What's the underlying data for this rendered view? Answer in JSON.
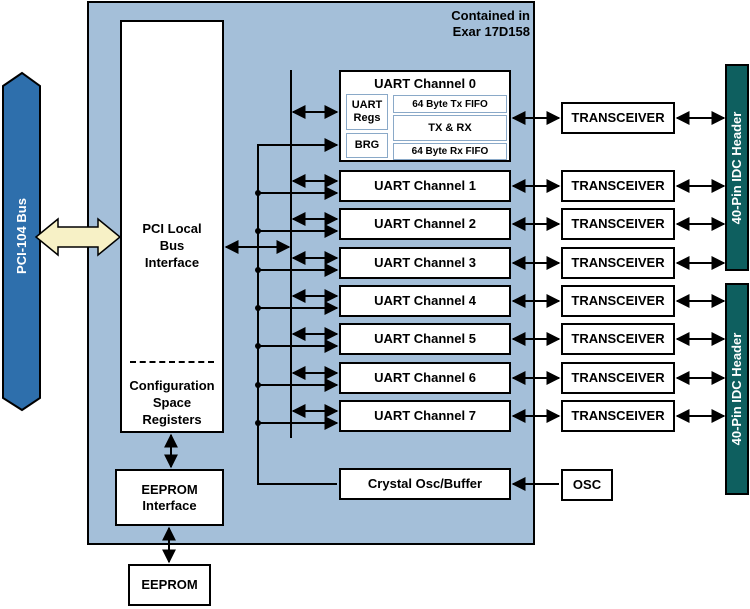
{
  "chip_title": "Contained in\nExar 17D158",
  "pci_bus_label": "PCI-104 Bus",
  "pci_interface_label": "PCI Local\nBus\nInterface",
  "config_registers_label": "Configuration\nSpace\nRegisters",
  "eeprom_interface_label": "EEPROM\nInterface",
  "eeprom_label": "EEPROM",
  "uart0": {
    "title": "UART Channel 0",
    "regs": "UART\nRegs",
    "brg": "BRG",
    "tx_fifo": "64 Byte Tx FIFO",
    "txrx": "TX & RX",
    "rx_fifo": "64 Byte Rx FIFO"
  },
  "uart_channels": [
    "UART Channel 1",
    "UART Channel 2",
    "UART Channel 3",
    "UART Channel 4",
    "UART Channel 5",
    "UART Channel 6",
    "UART Channel 7"
  ],
  "transceiver_label": "TRANSCEIVER",
  "crystal_label": "Crystal Osc/Buffer",
  "osc_label": "OSC",
  "header_label": "40-Pin IDC Header",
  "colors": {
    "chip_bg": "#a4bfd9",
    "bus_blue": "#2e6fac",
    "header_teal": "#0e5f5f",
    "arrow_fill": "#f7f1c6"
  }
}
